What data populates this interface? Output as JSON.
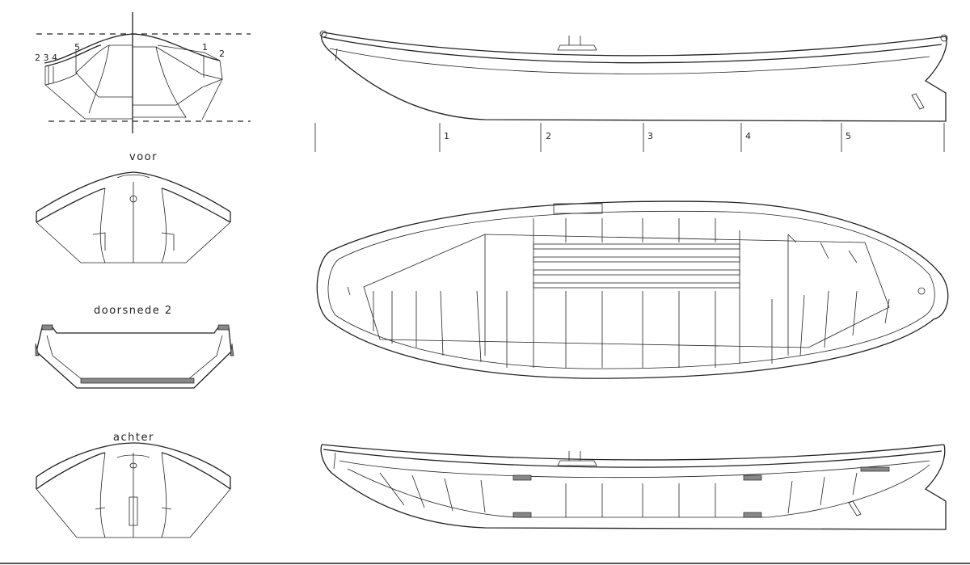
{
  "body_plan": {
    "station_labels_left": "2 3 4",
    "station_label_5": "5",
    "station_label_1": "1",
    "station_label_2": "2"
  },
  "views": {
    "front": "voor",
    "section": "doorsnede 2",
    "rear": "achter"
  },
  "stations": [
    "1",
    "2",
    "3",
    "4",
    "5"
  ]
}
